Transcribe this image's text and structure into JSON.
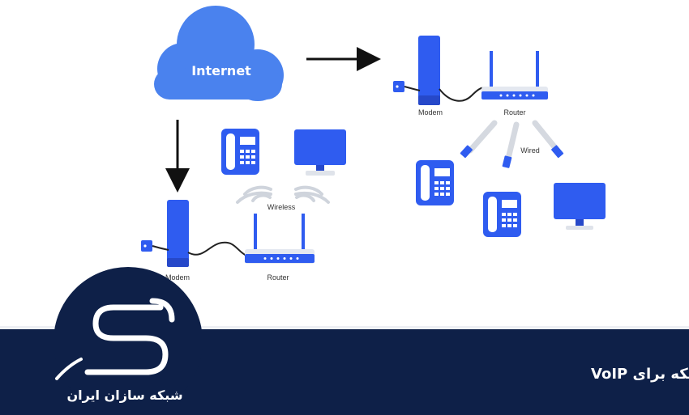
{
  "diagram": {
    "cloud_label": "Internet",
    "setup_wireless": {
      "modem_label": "Modem",
      "router_label": "Router",
      "connection_label": "Wireless"
    },
    "setup_wired": {
      "modem_label": "Modem",
      "router_label": "Router",
      "connection_label": "Wired"
    }
  },
  "footer": {
    "title": "نکات مهم در انتخاب تجهیزات شبکه برای VoIP",
    "brand_name": "شبکه سازان ایران"
  },
  "colors": {
    "device_blue": "#2f5cf0",
    "cloud_blue": "#4a82ee",
    "footer_navy": "#0e2048",
    "cable": "#222222",
    "router_body": "#e4e8f0"
  },
  "icons": [
    "cloud-icon",
    "modem-icon",
    "router-icon",
    "desk-phone-icon",
    "monitor-icon",
    "wifi-signal-icon",
    "ethernet-plug-icon",
    "arrow-icon",
    "logo-icon"
  ]
}
